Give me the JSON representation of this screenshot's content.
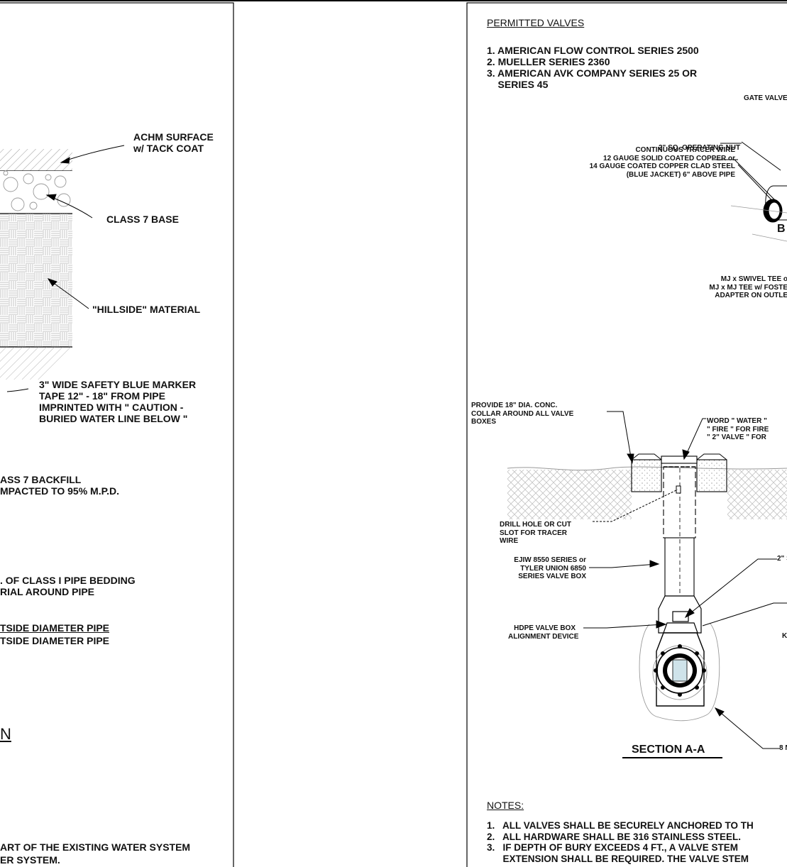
{
  "left_panel": {
    "surface_label": "ACHM SURFACE\nw/ TACK COAT",
    "base_label": "CLASS 7 BASE",
    "hillside_label": "\"HILLSIDE\" MATERIAL",
    "marker_label": "3\" WIDE SAFETY BLUE MARKER\nTAPE 12\" - 18\" FROM PIPE\nIMPRINTED WITH \" CAUTION -\nBURIED WATER LINE BELOW \"",
    "backfill_label": "ASS 7 BACKFILL\nMPACTED TO 95% M.P.D.",
    "bedding_label": ". OF CLASS I PIPE BEDDING\nRIAL AROUND PIPE",
    "pipe_label_1": "TSIDE DIAMETER PIPE",
    "pipe_label_2": "TSIDE DIAMETER PIPE",
    "title_fragment": "N",
    "note_1": "ART OF THE EXISTING WATER SYSTEM",
    "note_2": "ER SYSTEM."
  },
  "right_panel": {
    "permitted_title": "PERMITTED VALVES",
    "permitted_list": "1. AMERICAN FLOW CONTROL SERIES 2500\n2. MUELLER SERIES 2360\n3. AMERICAN AVK COMPANY SERIES 25 OR\n    SERIES 45",
    "gate_valve": "GATE VALVE",
    "operating_nut": "2\" SQ. OPERATING NUT",
    "tracer_wire": "CONTINUOUS TRACER WIRE\n12 GAUGE SOLID COATED COPPER or\n14 GAUGE COATED COPPER CLAD STEEL\n(BLUE JACKET) 6\" ABOVE PIPE",
    "section_mark": "B",
    "tee_label": "MJ x SWIVEL TEE o\nMJ x MJ TEE w/ FOSTE\nADAPTER ON OUTLE",
    "collar_label": "PROVIDE 18\" DIA. CONC.\nCOLLAR AROUND ALL VALVE\nBOXES",
    "word_label": "WORD \" WATER \"\n\" FIRE \" FOR FIRE\n\" 2\" VALVE \" FOR",
    "drill_label": "DRILL HOLE OR CUT\nSLOT FOR TRACER\nWIRE",
    "valve_box_label": "EJIW 8550 SERIES or\nTYLER UNION 6850\nSERIES VALVE BOX",
    "s2_label": "2\" S",
    "hdpe_label": "HDPE VALVE BOX\nALIGNMENT DEVICE",
    "k_label": "K",
    "eight_label": "8 N",
    "section_title": "SECTION A-A",
    "notes_title": "NOTES:",
    "notes_text": "1.   ALL VALVES SHALL BE SECURELY ANCHORED TO TH\n2.   ALL HARDWARE SHALL BE 316 STAINLESS STEEL.\n3.   IF DEPTH OF BURY EXCEEDS 4 FT., A VALVE STEM\n      EXTENSION SHALL BE REQUIRED. THE VALVE STEM"
  }
}
